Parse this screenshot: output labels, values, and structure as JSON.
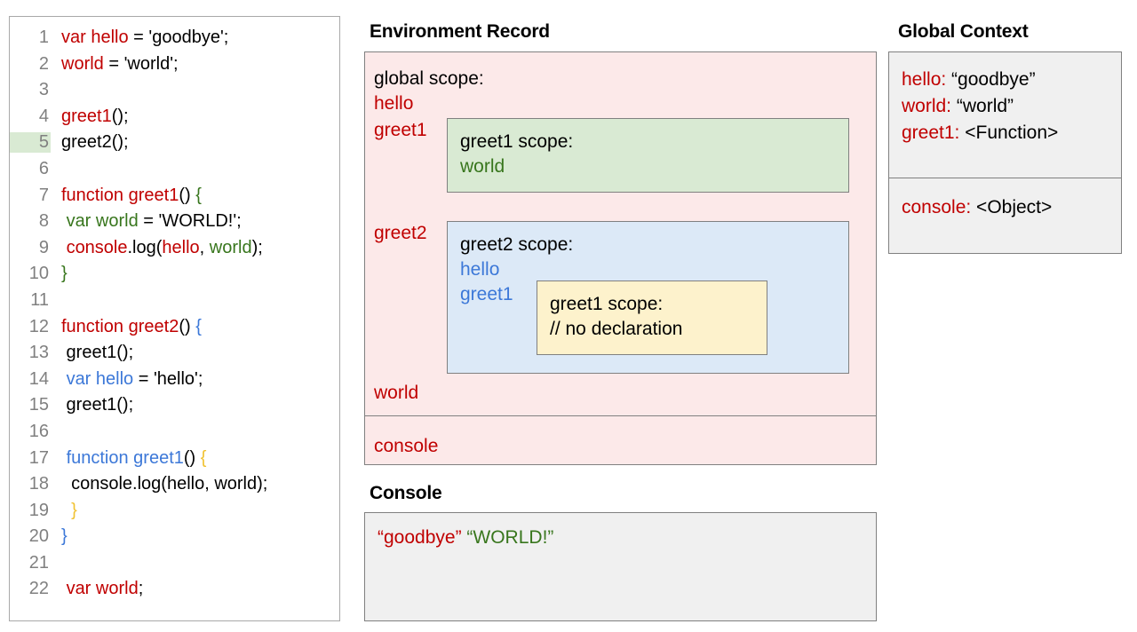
{
  "code_panel": {
    "lines": [
      {
        "num": "1",
        "highlight": false,
        "tokens": [
          {
            "t": "var hello",
            "c": "red"
          },
          {
            "t": " = 'goodbye';",
            "c": "black"
          }
        ]
      },
      {
        "num": "2",
        "highlight": false,
        "tokens": [
          {
            "t": "world",
            "c": "red"
          },
          {
            "t": " = 'world';",
            "c": "black"
          }
        ]
      },
      {
        "num": "3",
        "highlight": false,
        "tokens": []
      },
      {
        "num": "4",
        "highlight": false,
        "tokens": [
          {
            "t": "greet1",
            "c": "red"
          },
          {
            "t": "();",
            "c": "black"
          }
        ]
      },
      {
        "num": "5",
        "highlight": true,
        "tokens": [
          {
            "t": "greet2();",
            "c": "black"
          }
        ]
      },
      {
        "num": "6",
        "highlight": false,
        "tokens": []
      },
      {
        "num": "7",
        "highlight": false,
        "tokens": [
          {
            "t": "function greet1",
            "c": "red"
          },
          {
            "t": "() ",
            "c": "black"
          },
          {
            "t": "{",
            "c": "green"
          }
        ]
      },
      {
        "num": "8",
        "highlight": false,
        "tokens": [
          {
            "t": " ",
            "c": "black"
          },
          {
            "t": "var world",
            "c": "green"
          },
          {
            "t": " = 'WORLD!';",
            "c": "black"
          }
        ]
      },
      {
        "num": "9",
        "highlight": false,
        "tokens": [
          {
            "t": " ",
            "c": "black"
          },
          {
            "t": "console",
            "c": "red"
          },
          {
            "t": ".log(",
            "c": "black"
          },
          {
            "t": "hello",
            "c": "red"
          },
          {
            "t": ", ",
            "c": "black"
          },
          {
            "t": "world",
            "c": "green"
          },
          {
            "t": ");",
            "c": "black"
          }
        ]
      },
      {
        "num": "10",
        "highlight": false,
        "tokens": [
          {
            "t": "}",
            "c": "green"
          }
        ]
      },
      {
        "num": "11",
        "highlight": false,
        "tokens": []
      },
      {
        "num": "12",
        "highlight": false,
        "tokens": [
          {
            "t": "function greet2",
            "c": "red"
          },
          {
            "t": "() ",
            "c": "black"
          },
          {
            "t": "{",
            "c": "blue"
          }
        ]
      },
      {
        "num": "13",
        "highlight": false,
        "tokens": [
          {
            "t": " greet1();",
            "c": "black"
          }
        ]
      },
      {
        "num": "14",
        "highlight": false,
        "tokens": [
          {
            "t": " ",
            "c": "black"
          },
          {
            "t": "var hello",
            "c": "blue"
          },
          {
            "t": " = 'hello';",
            "c": "black"
          }
        ]
      },
      {
        "num": "15",
        "highlight": false,
        "tokens": [
          {
            "t": " greet1();",
            "c": "black"
          }
        ]
      },
      {
        "num": "16",
        "highlight": false,
        "tokens": []
      },
      {
        "num": "17",
        "highlight": false,
        "tokens": [
          {
            "t": " ",
            "c": "black"
          },
          {
            "t": "function greet1",
            "c": "blue"
          },
          {
            "t": "() ",
            "c": "black"
          },
          {
            "t": "{",
            "c": "orange"
          }
        ]
      },
      {
        "num": "18",
        "highlight": false,
        "tokens": [
          {
            "t": "  console.log(hello, world);",
            "c": "black"
          }
        ]
      },
      {
        "num": "19",
        "highlight": false,
        "tokens": [
          {
            "t": "  ",
            "c": "black"
          },
          {
            "t": "}",
            "c": "orange"
          }
        ]
      },
      {
        "num": "20",
        "highlight": false,
        "tokens": [
          {
            "t": "}",
            "c": "blue"
          }
        ]
      },
      {
        "num": "21",
        "highlight": false,
        "tokens": []
      },
      {
        "num": "22",
        "highlight": false,
        "tokens": [
          {
            "t": " ",
            "c": "black"
          },
          {
            "t": "var world",
            "c": "red"
          },
          {
            "t": ";",
            "c": "black"
          }
        ]
      }
    ]
  },
  "environment_record": {
    "title": "Environment Record",
    "global_scope_label": "global scope:",
    "bindings": {
      "hello": "hello",
      "greet1": "greet1",
      "greet2": "greet2",
      "world": "world",
      "console": "console"
    },
    "greet1_scope": {
      "header": "greet1 scope:",
      "vars": [
        "world"
      ]
    },
    "greet2_scope": {
      "header": "greet2 scope:",
      "vars": [
        "hello",
        "greet1"
      ],
      "inner_greet1_scope": {
        "header": "greet1 scope:",
        "note": "// no declaration"
      }
    }
  },
  "global_context": {
    "title": "Global Context",
    "variables": [
      {
        "key": "hello:",
        "value": " “goodbye”"
      },
      {
        "key": "world:",
        "value": " “world”"
      },
      {
        "key": "greet1:",
        "value": " <Function>"
      }
    ],
    "objects": [
      {
        "key": "console:",
        "value": " <Object>"
      }
    ]
  },
  "console": {
    "title": "Console",
    "output": [
      {
        "text": "“goodbye”",
        "color": "red"
      },
      {
        "text": " ",
        "color": "black"
      },
      {
        "text": "“WORLD!”",
        "color": "green"
      }
    ]
  },
  "colors": {
    "red": "#c00000",
    "green": "#38761d",
    "blue": "#3c78d8",
    "orange": "#f1c232",
    "pink_bg": "#fce9e9",
    "green_bg": "#d9ead3",
    "blue_bg": "#dce9f7",
    "yellow_bg": "#fdf2cc",
    "gray_bg": "#f0f0f0",
    "border": "#808080"
  }
}
